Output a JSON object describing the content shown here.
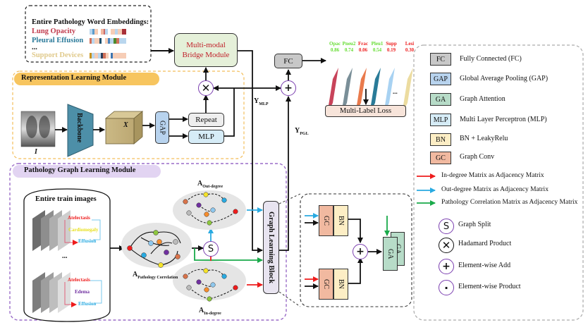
{
  "embeddings": {
    "title": "Entire Pathology Word Embeddings:",
    "items": [
      {
        "label": "Lung Opacity",
        "color": "#c0394b"
      },
      {
        "label": "Pleural Effusion",
        "color": "#2b7a9a"
      },
      {
        "label": "...",
        "color": "#222222"
      },
      {
        "label": "Support Devices",
        "color": "#e0c98a"
      }
    ]
  },
  "bridge": {
    "line1": "Multi-modal",
    "line2": "Bridge Module"
  },
  "fc_label": "FC",
  "outputs": [
    {
      "name": "Opac",
      "score": "0.86",
      "color": "#66dd33",
      "bar": "#c8435a"
    },
    {
      "name": "Pneu2",
      "score": "0.74",
      "color": "#66dd33",
      "bar": "#7a8f98"
    },
    {
      "name": "Frac",
      "score": "0.06",
      "color": "#ee2222",
      "bar": "#e97a4c"
    },
    {
      "name": "Pleu1",
      "score": "0.54",
      "color": "#66dd33",
      "bar": "#2a7b98"
    },
    {
      "name": "Supp",
      "score": "0.19",
      "color": "#ee2222",
      "bar": "#a8d2f2"
    },
    {
      "name": "Lesi",
      "score": "0.30",
      "color": "#ee2222",
      "bar": "#ecdca0"
    }
  ],
  "outputs_ellipsis": "...",
  "multi_label_loss": "Multi-Label Loss",
  "y_mlp": {
    "main": "Y",
    "sub": "MLP"
  },
  "y_pgl": {
    "main": "Y",
    "sub": "PGL"
  },
  "rep_module": {
    "title": "Representation Learning Module",
    "input_label": "I",
    "backbone": "Backbone",
    "feature": "X",
    "gap": "GAP",
    "repeat": "Repeat",
    "mlp": "MLP"
  },
  "pgl_module": {
    "title": "Pathology Graph Learning Module",
    "train_images_title": "Entire train images",
    "ellipsis": "...",
    "group1": [
      "Atelectasis",
      "Cardiomegaly",
      "Effusion"
    ],
    "group2": [
      "Atelectasis",
      "Edema",
      "Effusion"
    ],
    "a_corr": {
      "main": "A",
      "sub": "Pathology Correlation"
    },
    "a_out": {
      "main": "A",
      "sub": "Out-degree"
    },
    "a_in": {
      "main": "A",
      "sub": "In-degree"
    },
    "split_symbol": "S",
    "graph_block": "Graph Learning Block"
  },
  "detail": {
    "gc": "GC",
    "bn": "BN",
    "ga": "GA"
  },
  "ops": {
    "hadamard": "✕",
    "add": "+",
    "split": "S",
    "dot": "·"
  },
  "legend": {
    "blocks": [
      {
        "abbr": "FC",
        "label": "Fully Connected (FC)",
        "color": "#c8c8c8"
      },
      {
        "abbr": "GAP",
        "label": "Global Average Pooling (GAP)",
        "color": "#b8d3ee"
      },
      {
        "abbr": "GA",
        "label": "Graph Attention",
        "color": "#b7dcc8"
      },
      {
        "abbr": "MLP",
        "label": "Multi Layer Perceptron (MLP)",
        "color": "#d6ecf7"
      },
      {
        "abbr": "BN",
        "label": "BN + LeakyRelu",
        "color": "#fdeec5"
      },
      {
        "abbr": "GC",
        "label": "Graph Conv",
        "color": "#f1b9a0"
      }
    ],
    "arrows": [
      {
        "label": "In-degree Matrix as Adjacency Matrix",
        "color": "#ee1c1c"
      },
      {
        "label": "Out-degree Matrix as Adjacency Matrix",
        "color": "#29aae1"
      },
      {
        "label": "Pathology Correlation Matrix as Adjacency Matrix",
        "color": "#1aaa4a"
      }
    ],
    "ops": [
      {
        "symbol": "S",
        "label": "Graph Split"
      },
      {
        "symbol": "✕",
        "label": "Hadamard Product"
      },
      {
        "symbol": "+",
        "label": "Element-wise Add"
      },
      {
        "symbol": "·",
        "label": "Element-wise Product"
      }
    ]
  }
}
